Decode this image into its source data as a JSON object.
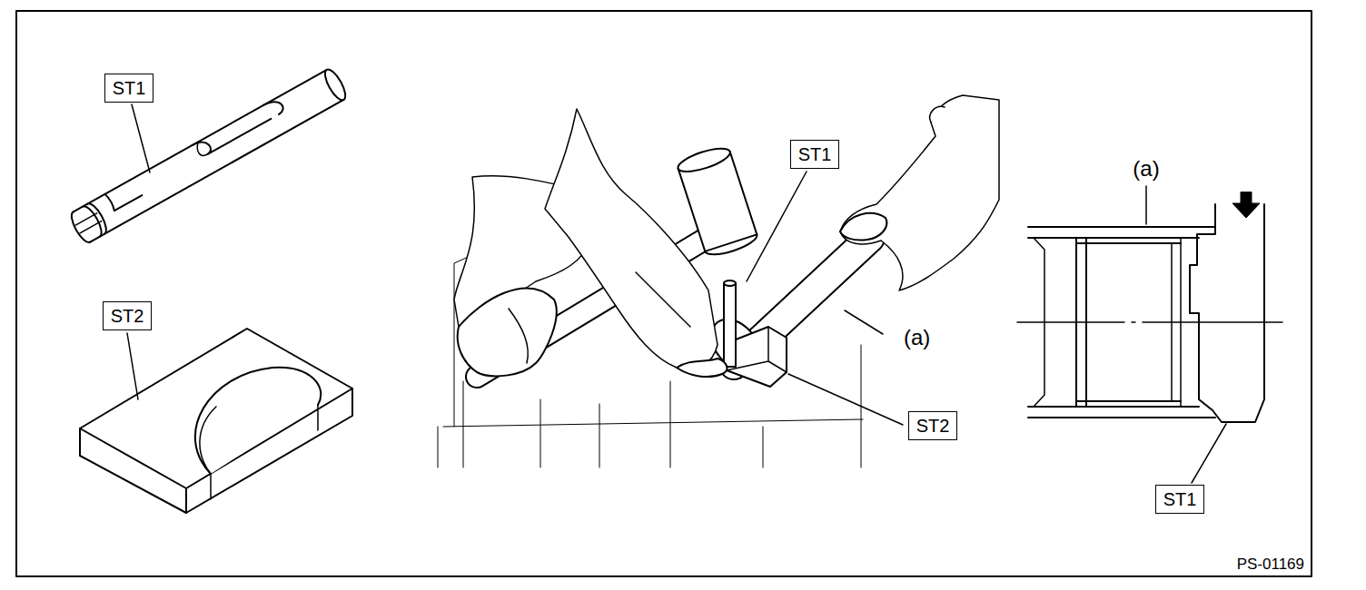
{
  "diagram": {
    "nodes": [
      {
        "text": [
          "ST1"
        ]
      },
      {
        "text": [
          "ST2"
        ]
      },
      {
        "text": [
          "ST1"
        ]
      },
      {
        "text": [
          "ST2"
        ]
      },
      {
        "text": [
          "ST1"
        ]
      }
    ],
    "labels": [
      "(a)",
      "(a)",
      "PS-01169"
    ]
  }
}
